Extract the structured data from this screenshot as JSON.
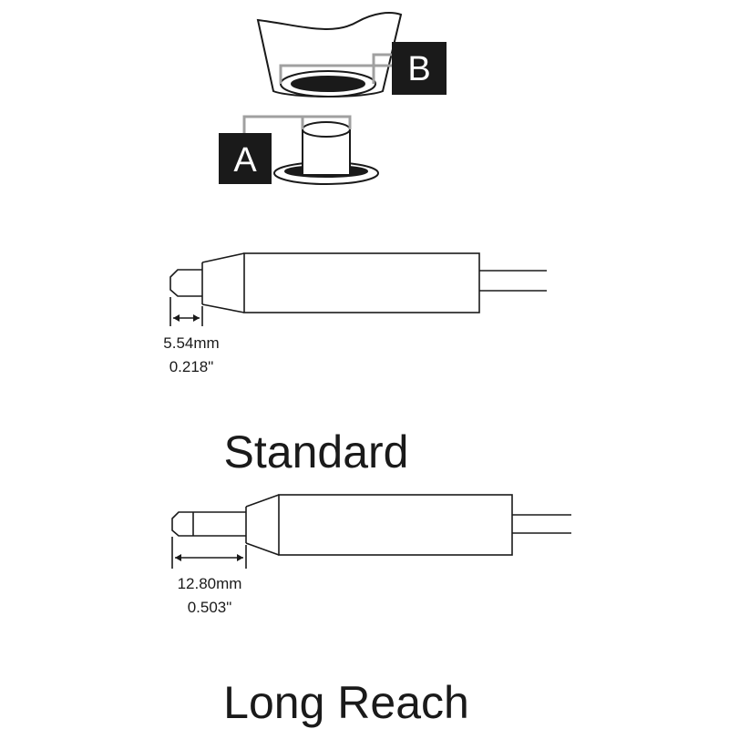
{
  "callouts": {
    "a_label": "A",
    "b_label": "B"
  },
  "standard": {
    "dim_mm": "5.54mm",
    "dim_in": "0.218\"",
    "title": "Standard"
  },
  "long_reach": {
    "dim_mm": "12.80mm",
    "dim_in": "0.503\"",
    "title": "Long Reach"
  },
  "colors": {
    "line": "#1a1a1a",
    "leader": "#a0a0a0",
    "label_bg": "#1a1a1a",
    "label_fg": "#ffffff"
  }
}
